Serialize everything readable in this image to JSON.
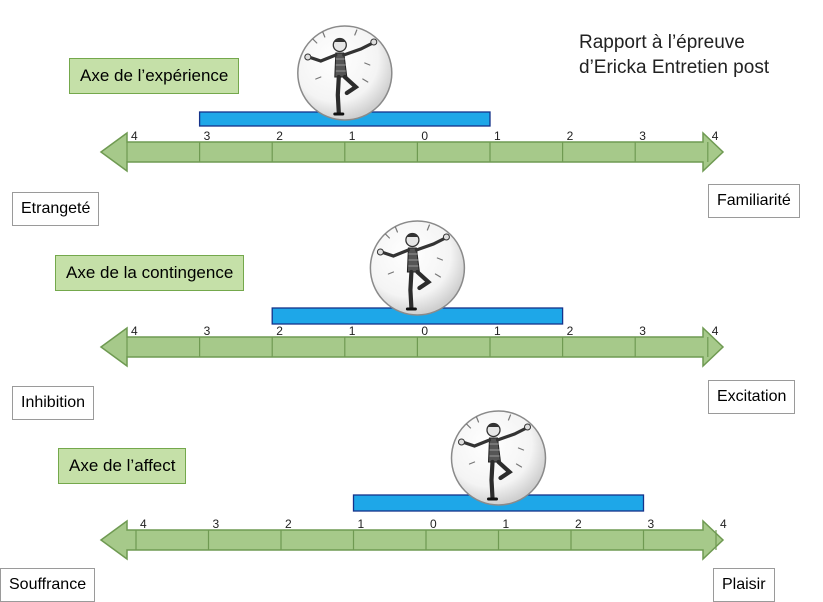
{
  "title": {
    "line1": "Rapport à l’épreuve",
    "line2": "d’Ericka Entretien post"
  },
  "axes": [
    {
      "name": "Axe de l’expérience",
      "left_pole": "Etrangeté",
      "right_pole": "Familiarité",
      "tick_labels": [
        "4",
        "3",
        "2",
        "1",
        "0",
        "1",
        "2",
        "3",
        "4"
      ],
      "range": [
        -3,
        1
      ]
    },
    {
      "name": "Axe de la contingence",
      "left_pole": "Inhibition",
      "right_pole": "Excitation",
      "tick_labels": [
        "4",
        "3",
        "2",
        "1",
        "0",
        "1",
        "2",
        "3",
        "4"
      ],
      "range": [
        -2,
        2
      ]
    },
    {
      "name": "Axe de l’affect",
      "left_pole": "Souffrance",
      "right_pole": "Plaisir",
      "tick_labels": [
        "4",
        "3",
        "2",
        "1",
        "0",
        "1",
        "2",
        "3",
        "4"
      ],
      "range": [
        -1,
        3
      ]
    }
  ],
  "colors": {
    "arrow_fill": "#a6c98a",
    "arrow_stroke": "#6f9a52",
    "range_bar": "#1ea7e8",
    "range_bar_stroke": "#15328a",
    "label_fill": "#c5e0a8"
  },
  "icons": [
    "dancing-figure-in-bubble-icon"
  ]
}
